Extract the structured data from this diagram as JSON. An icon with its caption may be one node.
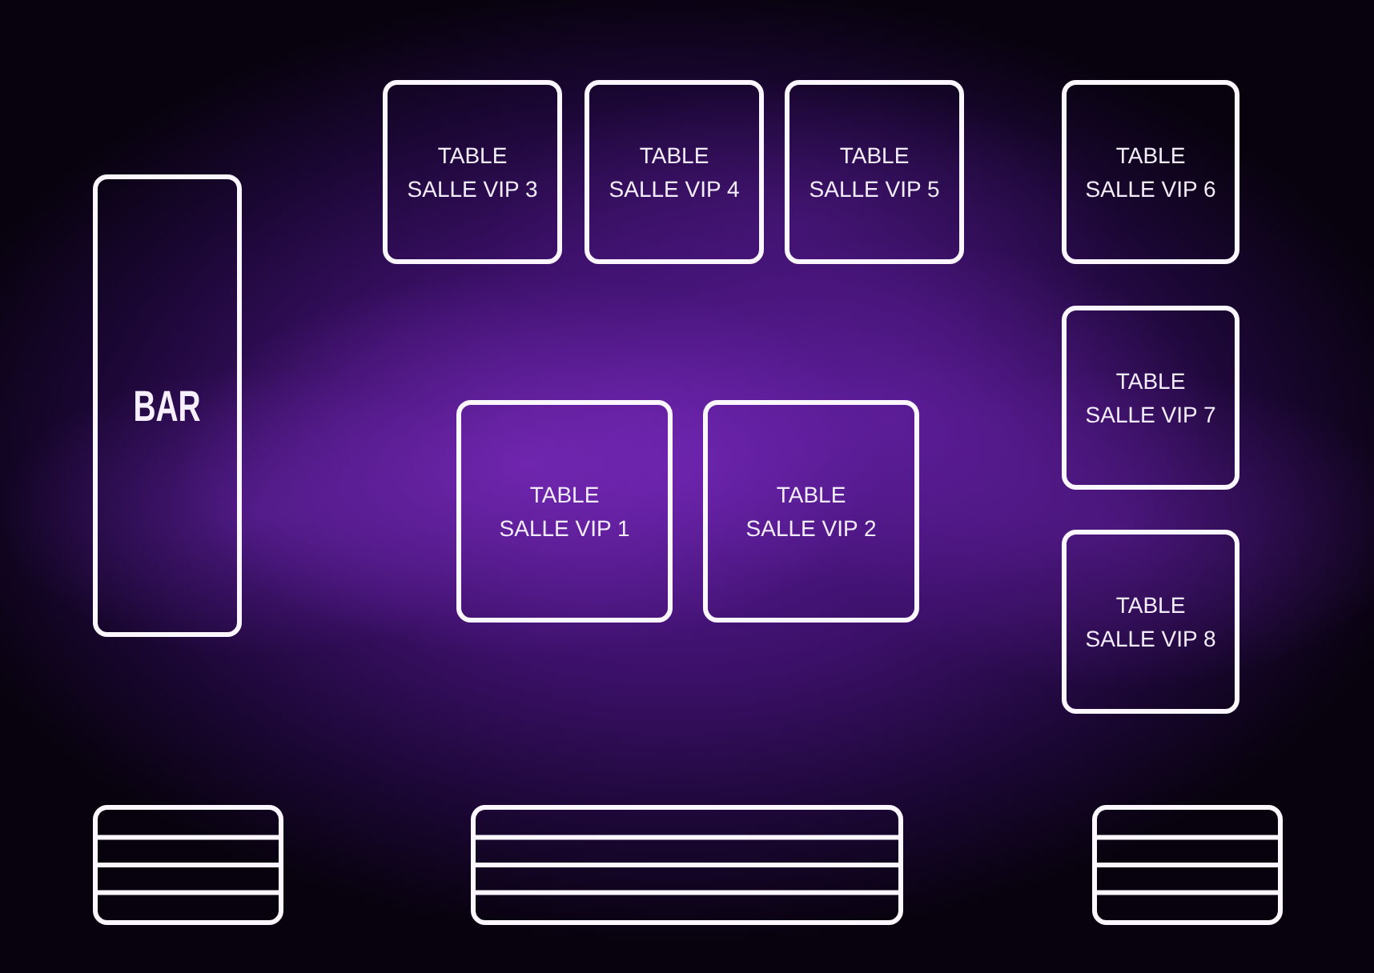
{
  "diagram": {
    "nodes": [
      {
        "text": [
          "BAR"
        ]
      },
      {
        "text": [
          "TABLE SALLE VIP 3"
        ]
      },
      {
        "text": [
          "TABLE SALLE VIP 4"
        ]
      },
      {
        "text": [
          "TABLE SALLE VIP 5"
        ]
      },
      {
        "text": [
          "TABLE SALLE VIP 6"
        ]
      },
      {
        "text": [
          "TABLE SALLE VIP 7"
        ]
      },
      {
        "text": [
          "TABLE SALLE VIP 1"
        ]
      },
      {
        "text": [
          "TABLE SALLE VIP 2"
        ]
      },
      {
        "text": [
          "TABLE SALLE VIP 8"
        ]
      },
      {
        "text": [],
        "shape": "bench"
      },
      {
        "text": [],
        "shape": "bench"
      },
      {
        "text": [],
        "shape": "bench"
      }
    ]
  }
}
